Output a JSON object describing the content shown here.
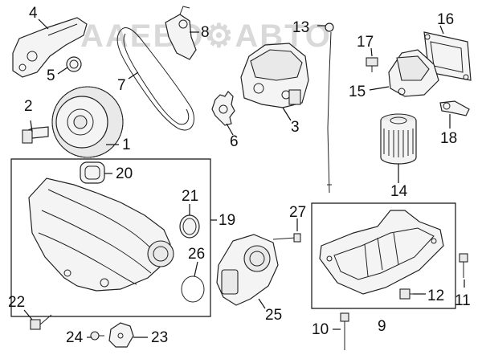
{
  "watermark": "AAEBO⚙ABTO",
  "callouts": [
    {
      "id": "1",
      "text": "1"
    },
    {
      "id": "2",
      "text": "2"
    },
    {
      "id": "3",
      "text": "3"
    },
    {
      "id": "4",
      "text": "4"
    },
    {
      "id": "5",
      "text": "5"
    },
    {
      "id": "6",
      "text": "6"
    },
    {
      "id": "7",
      "text": "7"
    },
    {
      "id": "8",
      "text": "8"
    },
    {
      "id": "9",
      "text": "9"
    },
    {
      "id": "10",
      "text": "10"
    },
    {
      "id": "11",
      "text": "11"
    },
    {
      "id": "12",
      "text": "12"
    },
    {
      "id": "13",
      "text": "13"
    },
    {
      "id": "14",
      "text": "14"
    },
    {
      "id": "15",
      "text": "15"
    },
    {
      "id": "16",
      "text": "16"
    },
    {
      "id": "17",
      "text": "17"
    },
    {
      "id": "18",
      "text": "18"
    },
    {
      "id": "19",
      "text": "19"
    },
    {
      "id": "20",
      "text": "20"
    },
    {
      "id": "21",
      "text": "21"
    },
    {
      "id": "22",
      "text": "22"
    },
    {
      "id": "23",
      "text": "23"
    },
    {
      "id": "24",
      "text": "24"
    },
    {
      "id": "25",
      "text": "25"
    },
    {
      "id": "26",
      "text": "26"
    },
    {
      "id": "27",
      "text": "27"
    }
  ]
}
